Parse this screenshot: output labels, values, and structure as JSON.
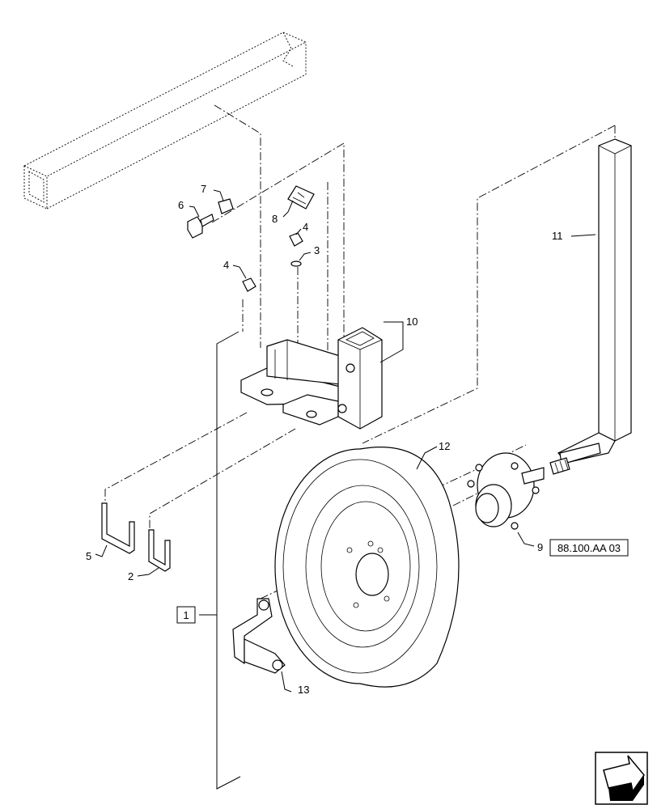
{
  "diagram": {
    "callouts": [
      {
        "id": "1",
        "text": "1",
        "boxed": true
      },
      {
        "id": "2",
        "text": "2"
      },
      {
        "id": "3",
        "text": "3"
      },
      {
        "id": "4a",
        "text": "4"
      },
      {
        "id": "4b",
        "text": "4"
      },
      {
        "id": "5",
        "text": "5"
      },
      {
        "id": "6",
        "text": "6"
      },
      {
        "id": "7",
        "text": "7"
      },
      {
        "id": "8",
        "text": "8"
      },
      {
        "id": "9",
        "text": "9"
      },
      {
        "id": "10",
        "text": "10"
      },
      {
        "id": "11",
        "text": "11"
      },
      {
        "id": "12",
        "text": "12"
      },
      {
        "id": "13",
        "text": "13"
      }
    ],
    "reference": "88.100.AA 03",
    "nav_icon": "next-page-arrow-icon"
  }
}
